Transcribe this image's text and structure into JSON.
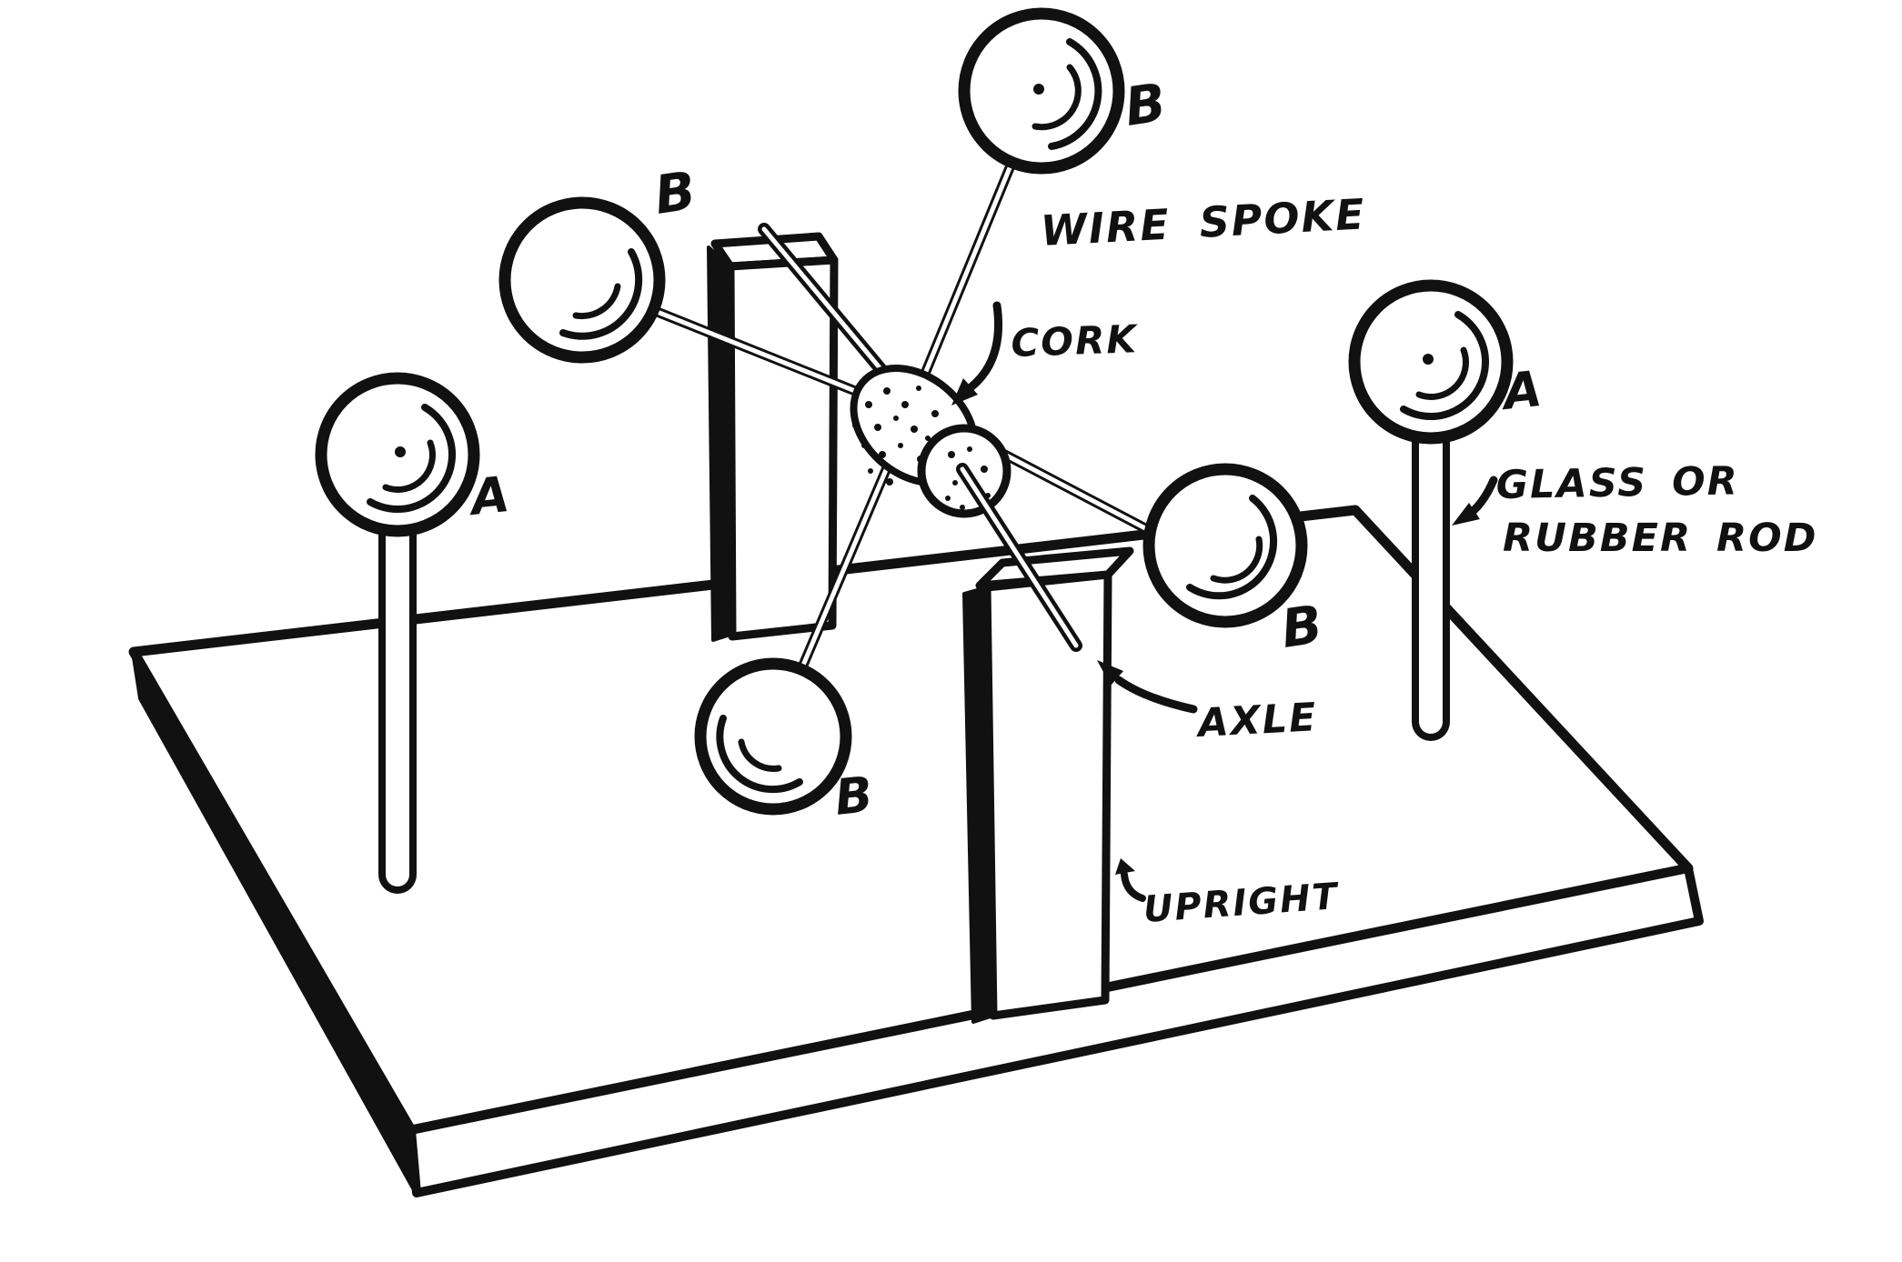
{
  "figure": {
    "labels": {
      "wire_spoke": "WIRE SPOKE",
      "cork": "CORK",
      "glass_or": "GLASS OR",
      "rubber_rod": "RUBBER ROD",
      "axle": "AXLE",
      "upright": "UPRIGHT"
    },
    "ball_letters": {
      "top": "B",
      "upper_left": "B",
      "left": "A",
      "bottom": "B",
      "right": "B",
      "far_right": "A"
    },
    "colors": {
      "ink": "#111111",
      "paper": "#ffffff"
    }
  }
}
